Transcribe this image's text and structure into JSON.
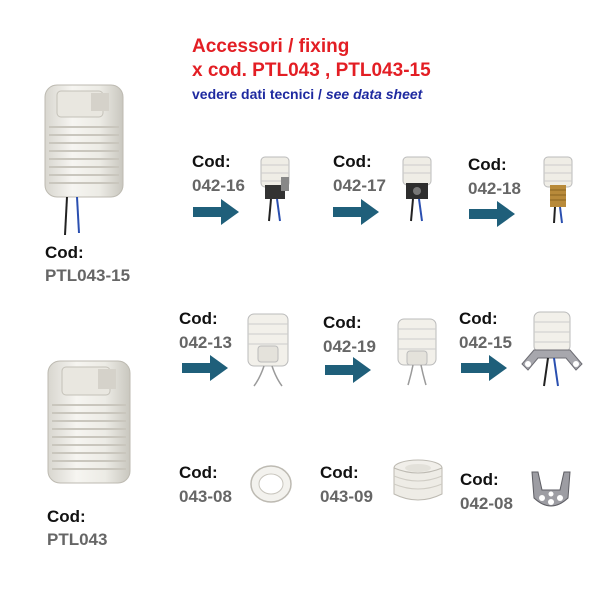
{
  "header": {
    "line1": "Accessori / fixing",
    "line2": "x cod. PTL043 , PTL043-15",
    "line3_it": "vedere dati tecnici / ",
    "line3_en": "see data sheet"
  },
  "products": [
    {
      "cod_label": "Cod:",
      "code": "PTL043-15"
    },
    {
      "cod_label": "Cod:",
      "code": "PTL043"
    }
  ],
  "accessories": [
    {
      "cod_label": "Cod:",
      "code": "042-16"
    },
    {
      "cod_label": "Cod:",
      "code": "042-17"
    },
    {
      "cod_label": "Cod:",
      "code": "042-18"
    },
    {
      "cod_label": "Cod:",
      "code": "042-13"
    },
    {
      "cod_label": "Cod:",
      "code": "042-19"
    },
    {
      "cod_label": "Cod:",
      "code": "042-15"
    },
    {
      "cod_label": "Cod:",
      "code": "043-08"
    },
    {
      "cod_label": "Cod:",
      "code": "043-09"
    },
    {
      "cod_label": "Cod:",
      "code": "042-08"
    }
  ],
  "colors": {
    "red": "#e31e24",
    "blue": "#1e2aa0",
    "arrow": "#1f5f7a",
    "ceramic": "#f1efe8"
  }
}
